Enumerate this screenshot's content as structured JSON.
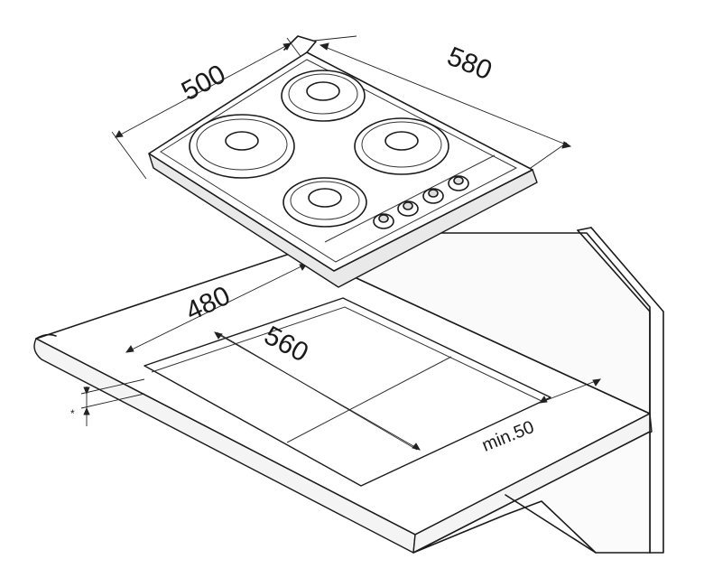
{
  "dimensions": {
    "hob_width": "500",
    "hob_depth": "580",
    "cutout_depth": "480",
    "cutout_width": "560",
    "min_clearance": "min.50",
    "thickness_mark": "*"
  }
}
